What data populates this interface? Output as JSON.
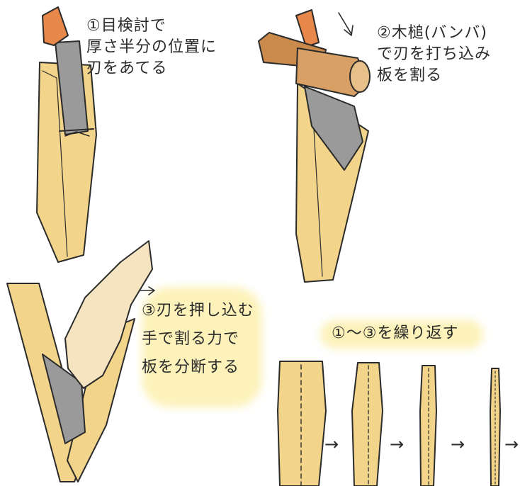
{
  "steps": [
    {
      "id": 1,
      "lines": [
        "①目検討で",
        "厚さ半分の位置に",
        "刃をあてる"
      ]
    },
    {
      "id": 2,
      "lines": [
        "②木槌(バンバ)",
        "で刃を打ち込み",
        "板を割る"
      ]
    },
    {
      "id": 3,
      "lines": [
        "③刃を押し込む",
        "手で割る力で",
        "板を分断する"
      ]
    },
    {
      "id": 4,
      "lines": [
        "①〜③を繰り返す"
      ]
    }
  ],
  "arrows": [
    "→",
    "→",
    "→",
    "→"
  ],
  "colors": {
    "wood": "#f2d48a",
    "wood_dark": "#e3b85c",
    "blade": "#9a9a9a",
    "handle": "#e8884a",
    "mallet": "#c98a4b",
    "ink": "#2b2b2b",
    "highlight": "#fae882"
  }
}
